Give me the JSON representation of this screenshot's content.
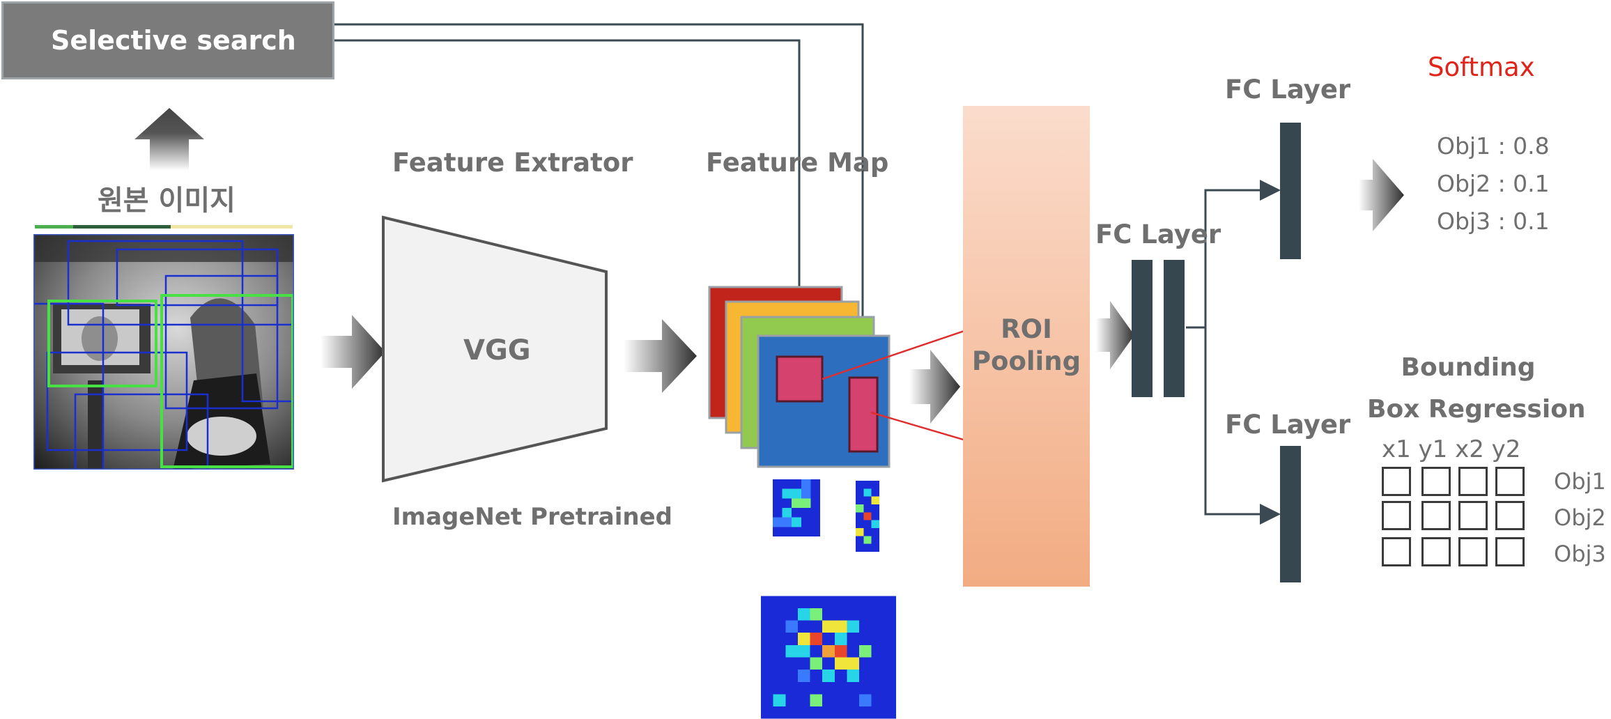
{
  "selective_search": {
    "label": "Selective search"
  },
  "input_image": {
    "label": "원본 이미지"
  },
  "extractor": {
    "title": "Feature Extrator",
    "name": "VGG",
    "subtitle": "ImageNet Pretrained"
  },
  "feature_map": {
    "title": "Feature Map",
    "layer_colors": [
      "#c0241b",
      "#f7b733",
      "#92c94f",
      "#2e6ebe"
    ],
    "roi_color": "#d6426e"
  },
  "roi_pooling": {
    "label_line1": "ROI",
    "label_line2": "Pooling"
  },
  "fc_layers": {
    "shared": "FC Layer",
    "cls": "FC Layer",
    "reg": "FC Layer"
  },
  "softmax": {
    "title": "Softmax",
    "title_color": "#e2231a",
    "scores": [
      "Obj1 : 0.8",
      "Obj2 : 0.1",
      "Obj3 : 0.1"
    ]
  },
  "bbox_regression": {
    "title_line1": "Bounding",
    "title_line2": "Box Regression",
    "columns": "x1 y1 x2 y2",
    "rows": [
      "Obj1",
      "Obj2",
      "Obj3"
    ]
  }
}
